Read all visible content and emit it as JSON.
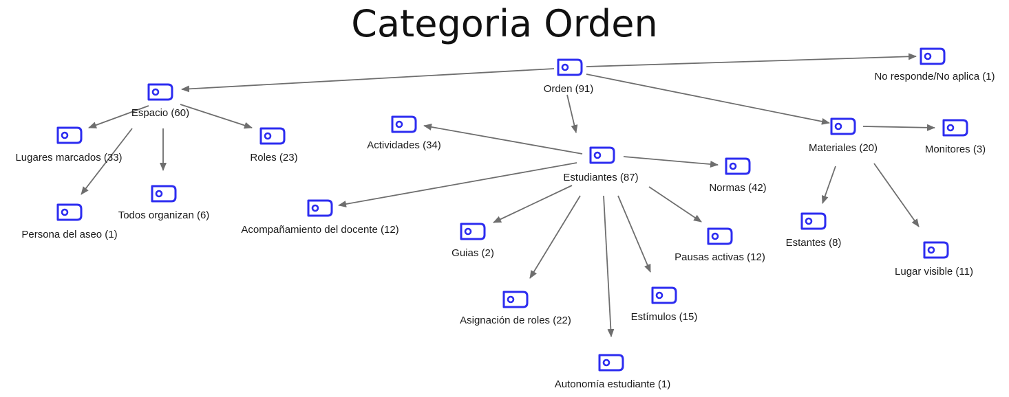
{
  "title": "Categoria Orden",
  "colors": {
    "icon": "#2c2cf0",
    "edge": "#6e6e6e",
    "text": "#1a1a1a"
  },
  "icon_name": "code-tag-icon",
  "nodes": [
    {
      "id": "orden",
      "label": "Orden (91)"
    },
    {
      "id": "no-responde",
      "label": "No responde/No aplica (1)"
    },
    {
      "id": "espacio",
      "label": "Espacio (60)"
    },
    {
      "id": "lugares-marcados",
      "label": "Lugares marcados (33)"
    },
    {
      "id": "persona-aseo",
      "label": "Persona del aseo (1)"
    },
    {
      "id": "todos-organizan",
      "label": "Todos organizan (6)"
    },
    {
      "id": "roles",
      "label": "Roles (23)"
    },
    {
      "id": "actividades",
      "label": "Actividades (34)"
    },
    {
      "id": "estudiantes",
      "label": "Estudiantes (87)"
    },
    {
      "id": "acompanamiento",
      "label": "Acompañamiento del docente (12)"
    },
    {
      "id": "guias",
      "label": "Guias (2)"
    },
    {
      "id": "asignacion-roles",
      "label": "Asignación de roles (22)"
    },
    {
      "id": "autonomia",
      "label": "Autonomía estudiante (1)"
    },
    {
      "id": "estimulos",
      "label": "Estímulos (15)"
    },
    {
      "id": "pausas-activas",
      "label": "Pausas activas (12)"
    },
    {
      "id": "normas",
      "label": "Normas (42)"
    },
    {
      "id": "materiales",
      "label": "Materiales (20)"
    },
    {
      "id": "monitores",
      "label": "Monitores (3)"
    },
    {
      "id": "estantes",
      "label": "Estantes (8)"
    },
    {
      "id": "lugar-visible",
      "label": "Lugar visible (11)"
    }
  ],
  "edges": [
    [
      "orden",
      "espacio"
    ],
    [
      "orden",
      "no-responde"
    ],
    [
      "orden",
      "estudiantes"
    ],
    [
      "orden",
      "materiales"
    ],
    [
      "espacio",
      "lugares-marcados"
    ],
    [
      "espacio",
      "persona-aseo"
    ],
    [
      "espacio",
      "todos-organizan"
    ],
    [
      "espacio",
      "roles"
    ],
    [
      "estudiantes",
      "actividades"
    ],
    [
      "estudiantes",
      "acompanamiento"
    ],
    [
      "estudiantes",
      "guias"
    ],
    [
      "estudiantes",
      "asignacion-roles"
    ],
    [
      "estudiantes",
      "autonomia"
    ],
    [
      "estudiantes",
      "estimulos"
    ],
    [
      "estudiantes",
      "pausas-activas"
    ],
    [
      "estudiantes",
      "normas"
    ],
    [
      "materiales",
      "monitores"
    ],
    [
      "materiales",
      "estantes"
    ],
    [
      "materiales",
      "lugar-visible"
    ]
  ]
}
